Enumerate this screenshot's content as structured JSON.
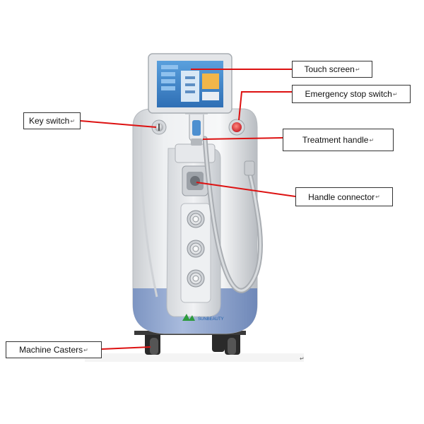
{
  "diagram": {
    "labels": {
      "touch_screen": "Touch screen",
      "emergency_stop": "Emergency stop switch",
      "key_switch": "Key switch",
      "treatment_handle": "Treatment handle",
      "handle_connector": "Handle connector",
      "machine_casters": "Machine Casters"
    },
    "return_mark": "↵",
    "logo_text": "SUNBEAUTY"
  },
  "colors": {
    "leader_line": "#dd1111",
    "cabinet_white": "#eceef0",
    "cabinet_base_blue": "#8fa6cf",
    "screen_blue": "#3f86c9",
    "emergency_red": "#d93a3a",
    "logo_green": "#2e9b3e"
  }
}
